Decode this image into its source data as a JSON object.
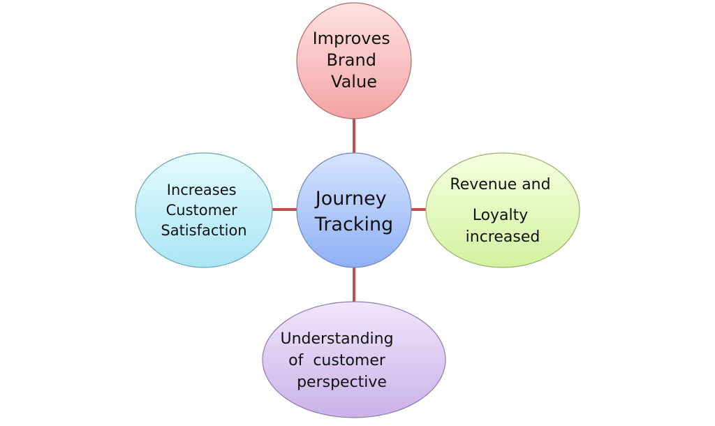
{
  "diagram": {
    "center": {
      "lines": [
        "Journey",
        "Tracking"
      ],
      "fill_top": "#d6e4ff",
      "fill_bottom": "#8fb0f5",
      "stroke": "#6f86b8"
    },
    "nodes": {
      "top": {
        "lines": [
          "Improves",
          "Brand",
          "Value"
        ],
        "fill_top": "#ffe2e2",
        "fill_bottom": "#f3a3a3",
        "stroke": "#b06a6a"
      },
      "right": {
        "lines": [
          "Revenue and",
          "Loyalty",
          "increased"
        ],
        "fill_top": "#f6ffdf",
        "fill_bottom": "#d2f2a0",
        "stroke": "#9bb070"
      },
      "bottom": {
        "lines": [
          "Understanding",
          "of  customer",
          "perspective"
        ],
        "fill_top": "#f0e6fb",
        "fill_bottom": "#c9b2e8",
        "stroke": "#8f7aae"
      },
      "left": {
        "lines": [
          "Increases",
          "Customer",
          "Satisfaction"
        ],
        "fill_top": "#e4fbff",
        "fill_bottom": "#a9e5f3",
        "stroke": "#6aa6b6"
      }
    },
    "connector_color": "#c0504d"
  }
}
